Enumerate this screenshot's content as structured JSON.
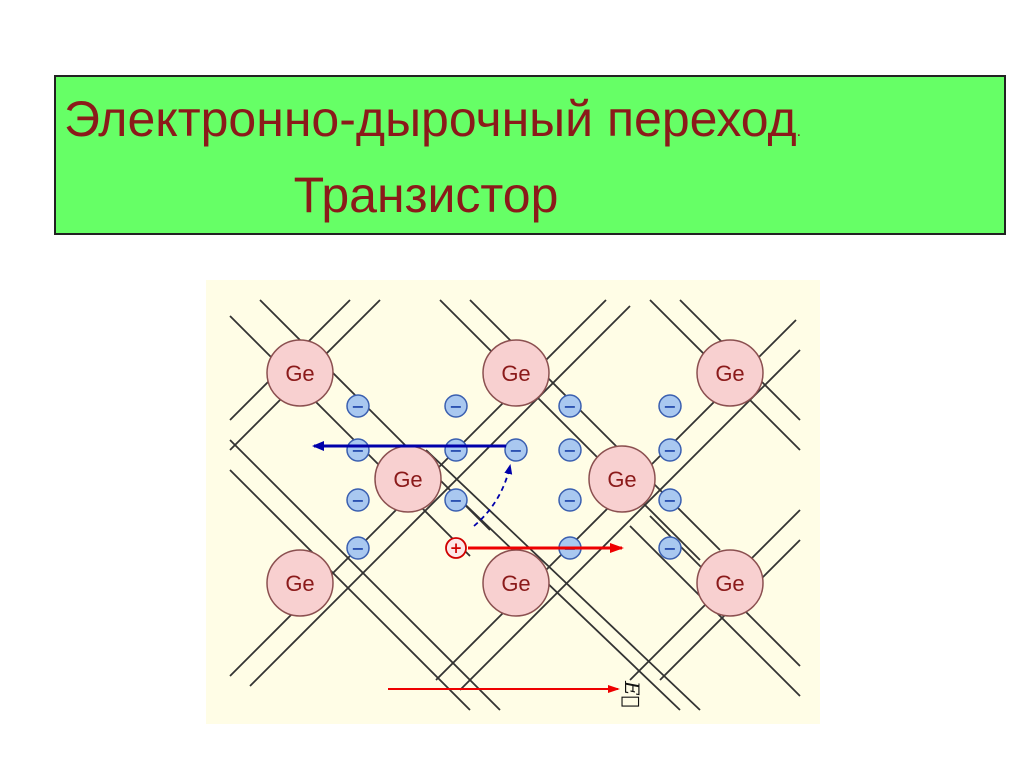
{
  "slide": {
    "title_line1": "Электронно-дырочный переход",
    "title_dot": ".",
    "title_line2": "Транзистор"
  },
  "diagram": {
    "atom_label": "Ge",
    "electron_sign": "−",
    "hole_sign": "+",
    "field_label": "E⃗",
    "colors": {
      "title_background": "#66ff66",
      "title_text": "#8b1a1a",
      "diagram_background": "#fffde6",
      "atom_fill": "#f8d0d0",
      "electron_fill": "#a9c8f0",
      "electron_arrow": "#0000aa",
      "hole_arrow": "#ee0000"
    }
  }
}
